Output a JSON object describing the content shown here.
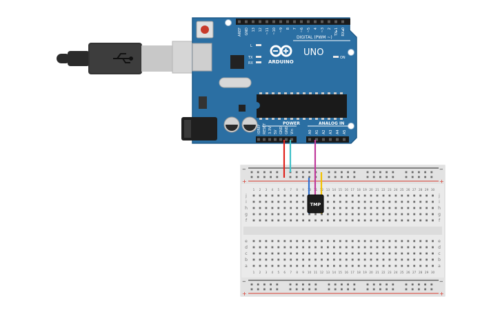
{
  "board": {
    "brand": "ARDUINO",
    "model": "UNO",
    "digital_header": "DIGITAL (PWM ~)",
    "power_header": "POWER",
    "analog_header": "ANALOG IN",
    "led_labels": [
      "L",
      "TX",
      "RX"
    ],
    "on_label": "ON",
    "digital_pins": [
      "AREF",
      "GND",
      "13",
      "12",
      "~11",
      "~10",
      "~9",
      "8",
      "7",
      "~6",
      "~5",
      "4",
      "~3",
      "2",
      "TX▸1",
      "RX◂0"
    ],
    "power_pins": [
      "IOREF",
      "RESET",
      "3.3V",
      "5V",
      "GND",
      "GND",
      "Vin"
    ],
    "analog_pins": [
      "A0",
      "A1",
      "A2",
      "A3",
      "A4",
      "A5"
    ]
  },
  "sensor": {
    "label": "TMP"
  },
  "breadboard": {
    "columns": [
      "1",
      "2",
      "3",
      "4",
      "5",
      "6",
      "7",
      "8",
      "9",
      "10",
      "11",
      "12",
      "13",
      "14",
      "15",
      "16",
      "17",
      "18",
      "19",
      "20",
      "21",
      "22",
      "23",
      "24",
      "25",
      "26",
      "27",
      "28",
      "29",
      "30"
    ],
    "rows_top": [
      "j",
      "i",
      "h",
      "g",
      "f"
    ],
    "rows_bottom": [
      "e",
      "d",
      "c",
      "b",
      "a"
    ],
    "rail_minus": "−",
    "rail_plus": "+"
  },
  "colors": {
    "board": "#2b6fa3",
    "board_edge": "#1e5a88",
    "wire_5v": "#e0211b",
    "wire_gnd": "#3fc0c8",
    "wire_a0": "#c0399b",
    "leg_blue": "#2f6fd0",
    "leg_yellow": "#f2c200"
  }
}
